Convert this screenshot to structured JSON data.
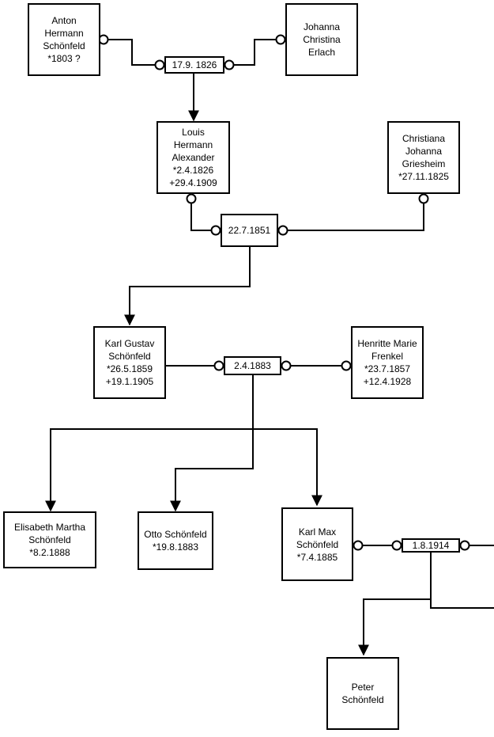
{
  "people": {
    "anton": {
      "lines": [
        "Anton",
        "Hermann",
        "Schönfeld",
        "*1803 ?"
      ]
    },
    "johanna": {
      "lines": [
        "Johanna",
        "Christina",
        "Erlach"
      ]
    },
    "louis": {
      "lines": [
        "Louis",
        "Hermann",
        "Alexander",
        "*2.4.1826",
        "+29.4.1909"
      ]
    },
    "christiana": {
      "lines": [
        "Christiana",
        "Johanna",
        "Griesheim",
        "*27.11.1825"
      ]
    },
    "karl_gustav": {
      "lines": [
        "Karl Gustav",
        "Schönfeld",
        "*26.5.1859",
        "+19.1.1905"
      ]
    },
    "henritte": {
      "lines": [
        "Henritte Marie",
        "Frenkel",
        "*23.7.1857",
        "+12.4.1928"
      ]
    },
    "elisabeth": {
      "lines": [
        "Elisabeth Martha",
        "Schönfeld",
        "*8.2.1888"
      ]
    },
    "otto": {
      "lines": [
        "Otto Schönfeld",
        "*19.8.1883"
      ]
    },
    "karl_max": {
      "lines": [
        "Karl Max",
        "Schönfeld",
        "*7.4.1885"
      ]
    },
    "peter": {
      "lines": [
        "Peter",
        "Schönfeld"
      ]
    }
  },
  "marriages": {
    "m1826": "17.9. 1826",
    "m1851": "22.7.1851",
    "m1883": "2.4.1883",
    "m1914": "1.8.1914"
  }
}
